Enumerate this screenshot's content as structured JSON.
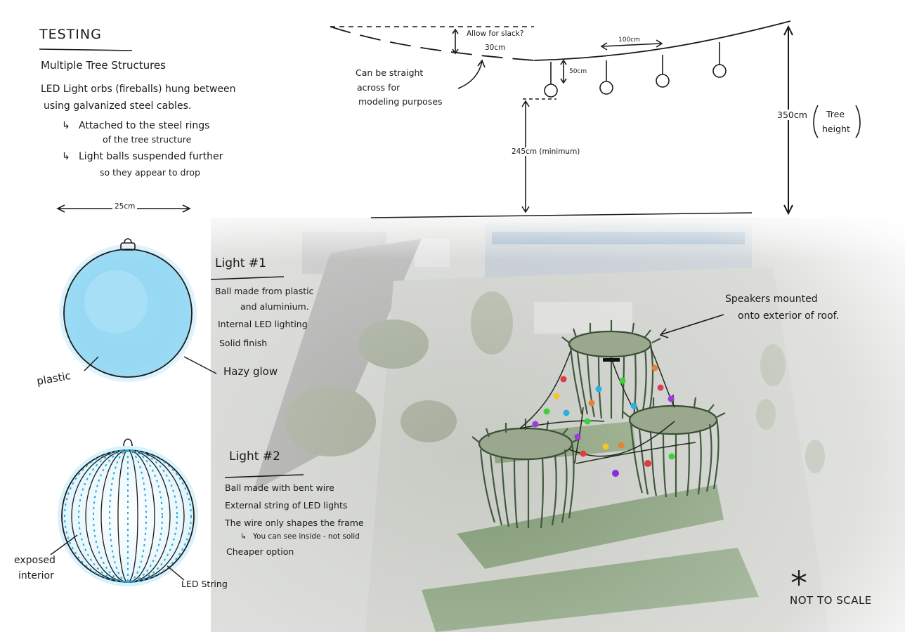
{
  "title": "TESTING",
  "subtitle": "Multiple Tree Structures",
  "intro": {
    "line1": "LED Light orbs (fireballs) hung between",
    "line2": "using galvanized steel cables.",
    "bullet1_a": "Attached to the steel rings",
    "bullet1_b": "of the tree structure",
    "bullet2_a": "Light balls suspended further",
    "bullet2_b": "so they appear to drop"
  },
  "orb_width": "25cm",
  "light1": {
    "heading": "Light #1",
    "lines": [
      "Ball made from plastic",
      "and aluminium.",
      "Internal LED lighting",
      "Solid finish"
    ],
    "label_material": "plastic",
    "label_glow": "Hazy glow"
  },
  "light2": {
    "heading": "Light #2",
    "lines": [
      "Ball made with bent wire",
      "External string of LED lights",
      "The wire only shapes the frame",
      "You can see inside - not solid",
      "Cheaper option"
    ],
    "label_interior_a": "exposed",
    "label_interior_b": "interior",
    "label_string": "LED String"
  },
  "cable_diagram": {
    "slack_a": "Allow for slack?",
    "slack_b": "30cm",
    "note_a": "Can be straight",
    "note_b": "across for",
    "note_c": "modeling purposes",
    "spacing": "100cm",
    "drop": "50cm",
    "min_height": "245cm (minimum)",
    "tree_height_a": "350cm",
    "tree_height_b": "Tree",
    "tree_height_c": "height"
  },
  "speakers_a": "Speakers mounted",
  "speakers_b": "onto exterior of roof.",
  "not_to_scale": "NOT TO SCALE",
  "colors": {
    "ink": "#1a1a1a",
    "glow": "#8fd6f2",
    "led": "#29a8d8",
    "tree": "#3f5a3c",
    "canopy": "#9aa88e"
  }
}
